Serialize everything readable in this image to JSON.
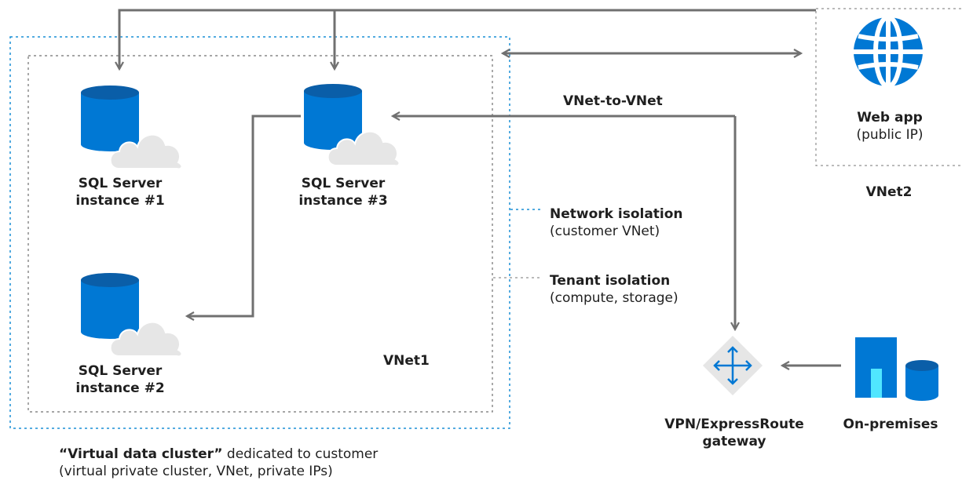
{
  "instance1": {
    "title": "SQL Server",
    "subtitle": "instance #1"
  },
  "instance2": {
    "title": "SQL Server",
    "subtitle": "instance #2"
  },
  "instance3": {
    "title": "SQL Server",
    "subtitle": "instance #3"
  },
  "vnet1_label": "VNet1",
  "vnet2_label": "VNet2",
  "vnet_to_vnet": "VNet-to-VNet",
  "webapp": {
    "title": "Web app",
    "subtitle": "(public IP)"
  },
  "network_isolation": {
    "title": "Network isolation",
    "subtitle": "(customer VNet)"
  },
  "tenant_isolation": {
    "title": "Tenant isolation",
    "subtitle": "(compute, storage)"
  },
  "gateway": {
    "line1": "VPN/ExpressRoute",
    "line2": "gateway"
  },
  "onprem": "On-premises",
  "cluster_caption": {
    "bold": "“Virtual data cluster”",
    "rest": " dedicated to customer",
    "line2": "(virtual private cluster, VNet, private IPs)"
  },
  "colors": {
    "azure_blue": "#0078d4",
    "cloud_gray": "#e6e6e6",
    "arrow_gray": "#707070",
    "cluster_border": "#1a8fd6",
    "light_blue": "#50e6ff"
  },
  "icons": [
    "database-icon",
    "cloud-icon",
    "globe-icon",
    "gateway-icon",
    "building-icon"
  ]
}
